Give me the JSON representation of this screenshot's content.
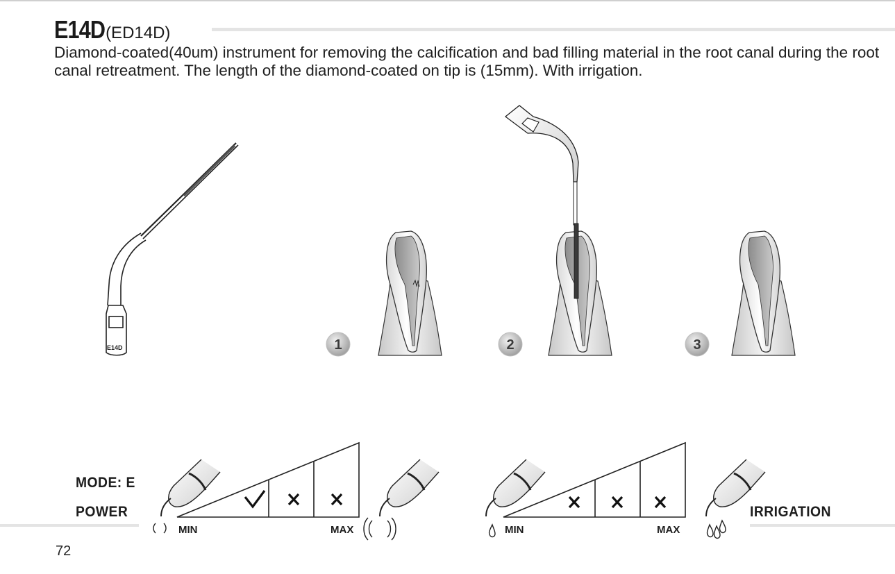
{
  "title": {
    "code": "E14D",
    "alt_code": "(ED14D)"
  },
  "description": "Diamond-coated(40um) instrument for removing the calcification and bad filling material in the root canal during the root canal retreatment. The length of the diamond-coated on tip is (15mm). With irrigation.",
  "instrument_label": "E14D",
  "steps": [
    "1",
    "2",
    "3"
  ],
  "mode_label": "MODE: E",
  "power": {
    "label": "POWER",
    "min_label": "MIN",
    "max_label": "MAX",
    "levels": [
      "check",
      "cross",
      "cross"
    ]
  },
  "irrigation": {
    "label": "IRRIGATION",
    "min_label": "MIN",
    "max_label": "MAX",
    "levels": [
      "cross",
      "cross",
      "cross"
    ]
  },
  "page_number": "72"
}
